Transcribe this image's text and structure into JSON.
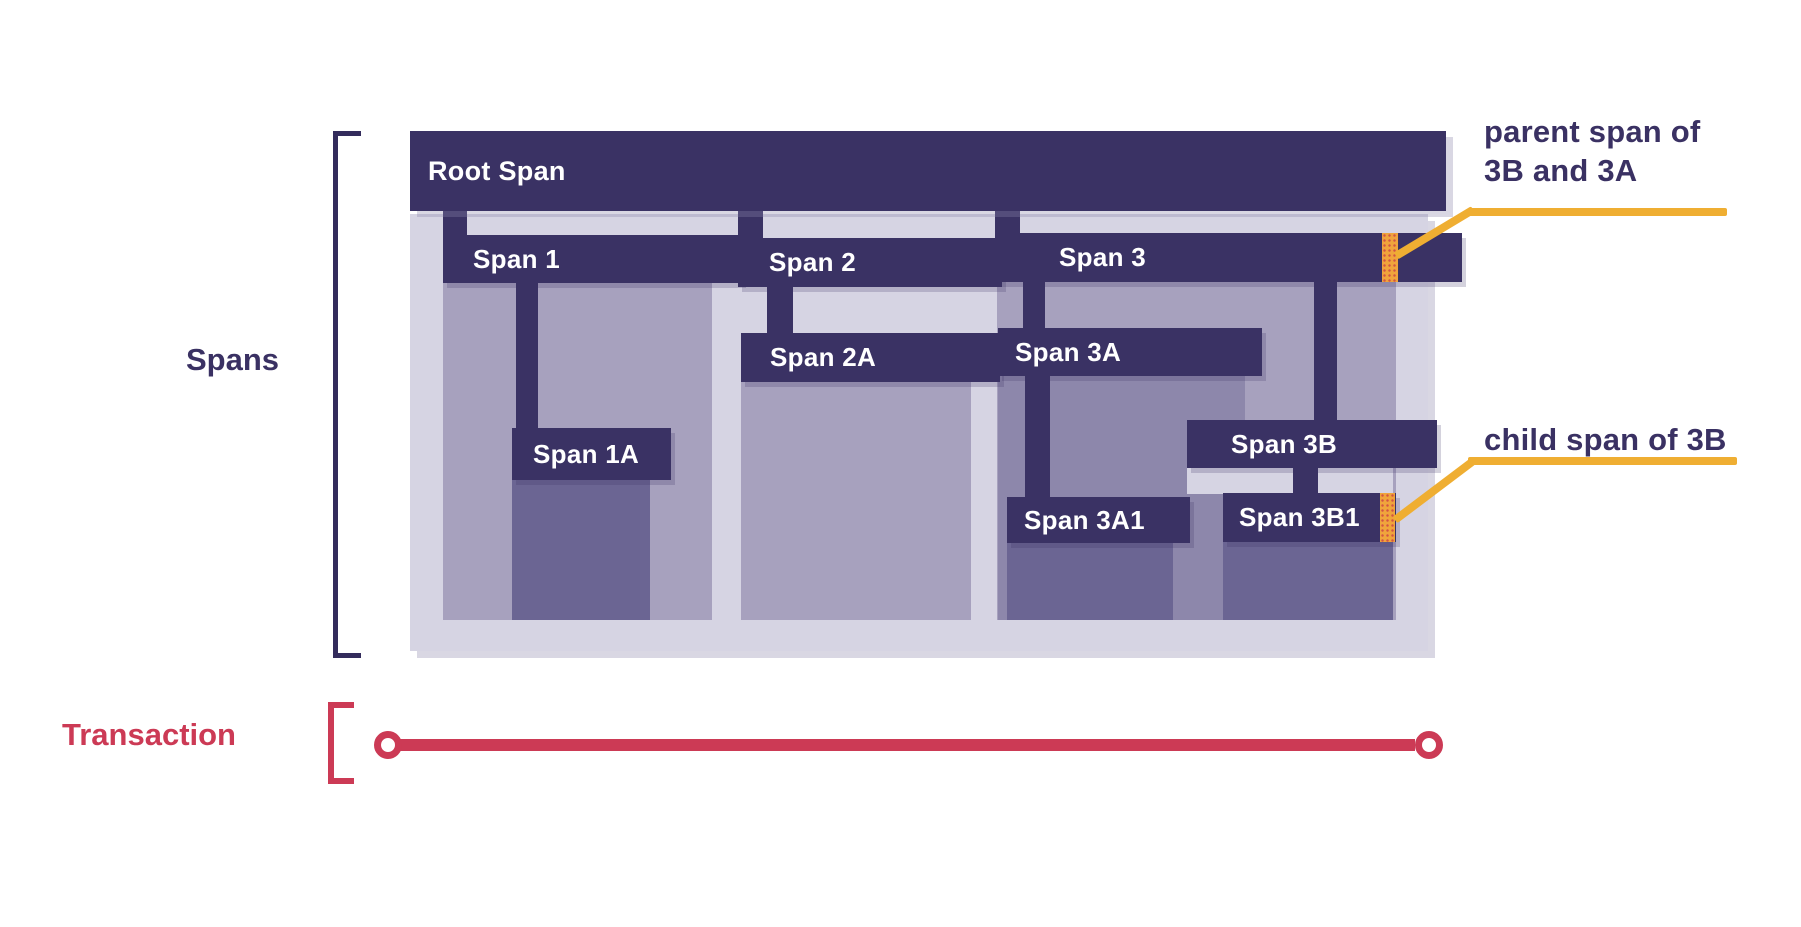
{
  "labels": {
    "spans": "Spans",
    "transaction": "Transaction"
  },
  "spans": {
    "root": {
      "label": "Root Span"
    },
    "span1": {
      "label": "Span 1"
    },
    "span1a": {
      "label": "Span 1A"
    },
    "span2": {
      "label": "Span 2"
    },
    "span2a": {
      "label": "Span 2A"
    },
    "span3": {
      "label": "Span 3"
    },
    "span3a": {
      "label": "Span 3A"
    },
    "span3a1": {
      "label": "Span 3A1"
    },
    "span3b": {
      "label": "Span 3B"
    },
    "span3b1": {
      "label": "Span 3B1"
    }
  },
  "hierarchy": {
    "Root Span": [
      "Span 1",
      "Span 2",
      "Span 3"
    ],
    "Span 1": [
      "Span 1A"
    ],
    "Span 2": [
      "Span 2A"
    ],
    "Span 3": [
      "Span 3A",
      "Span 3B"
    ],
    "Span 3A": [
      "Span 3A1"
    ],
    "Span 3B": [
      "Span 3B1"
    ]
  },
  "annotations": {
    "parent": {
      "line1": "parent span of",
      "line2": "3B and 3A"
    },
    "child": {
      "text": "child span of 3B"
    }
  },
  "colors": {
    "span_bar_dark": "#3A3264",
    "container_light": "#D6D4E3",
    "fill_medium": "#A7A1BE",
    "fill_medium_2": "#8D87AB",
    "fill_dark": "#6B6593",
    "highlight_orange": "#F0A43C",
    "callout_yellow": "#EFAE32",
    "transaction_red": "#CC3A55",
    "text_indigo": "#3A3163"
  }
}
